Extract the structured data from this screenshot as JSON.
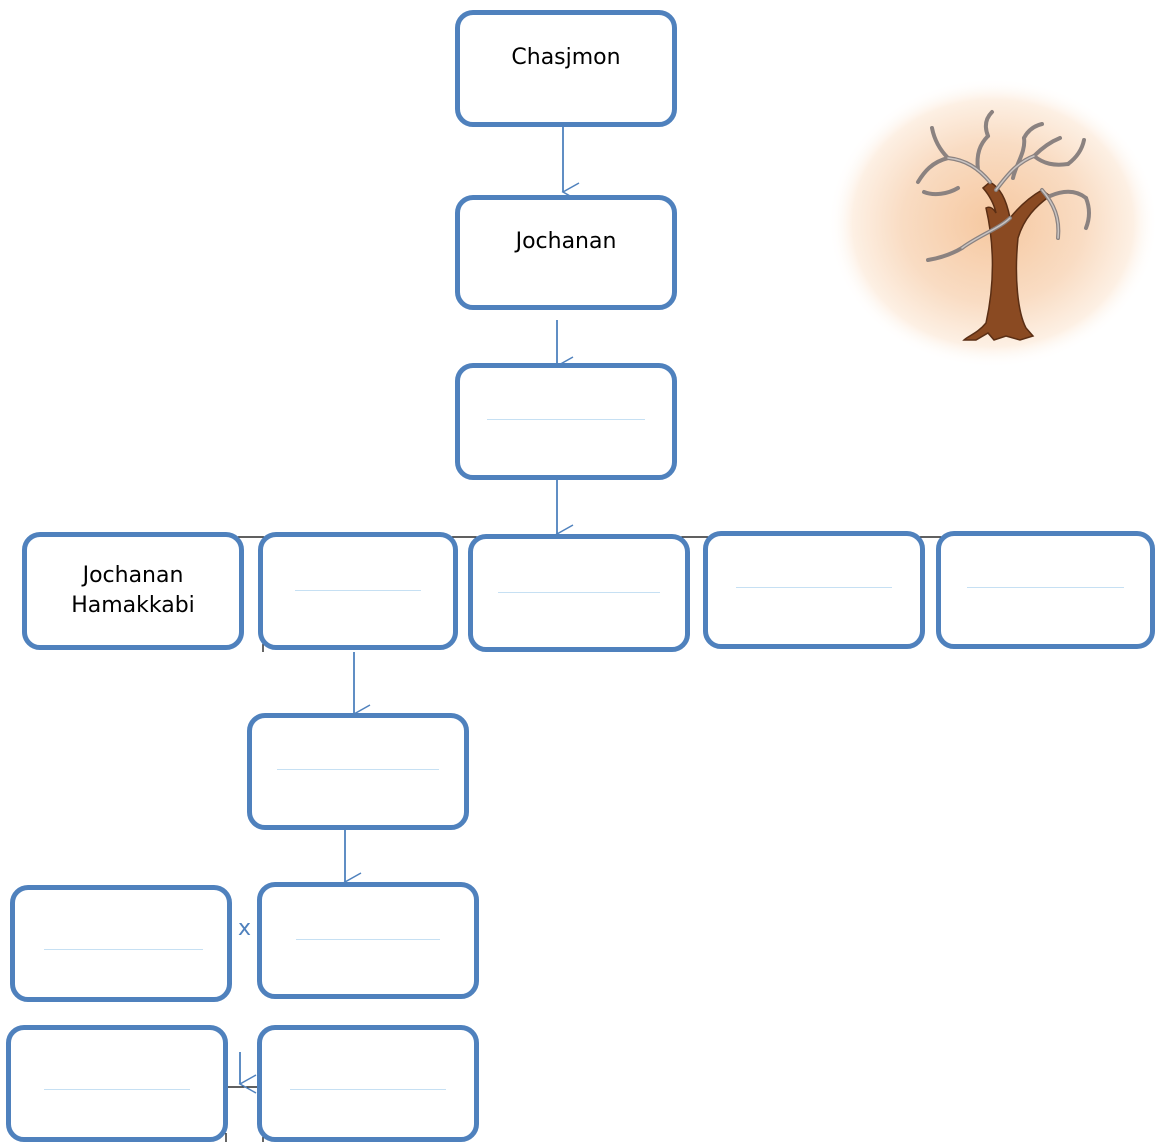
{
  "diagram": {
    "nodes": {
      "chasjmon": {
        "label": "Chasjmon"
      },
      "jochanan": {
        "label": "Jochanan"
      },
      "gen3": {
        "label": ""
      },
      "jochanan_hamakkabi": {
        "label": "Jochanan\nHamakkabi"
      },
      "sibling2": {
        "label": ""
      },
      "sibling3": {
        "label": ""
      },
      "sibling4": {
        "label": ""
      },
      "sibling5": {
        "label": ""
      },
      "gen5": {
        "label": ""
      },
      "spouse": {
        "label": ""
      },
      "gen6": {
        "label": ""
      },
      "child1": {
        "label": ""
      },
      "child2": {
        "label": ""
      }
    },
    "marriage_symbol": "x"
  },
  "colors": {
    "box_border": "#4f81bd",
    "arrow": "#4f81bd",
    "blank_line": "#c6e0f3",
    "connector": "#000000"
  },
  "icons": {
    "illustration": "bare-tree-icon"
  }
}
